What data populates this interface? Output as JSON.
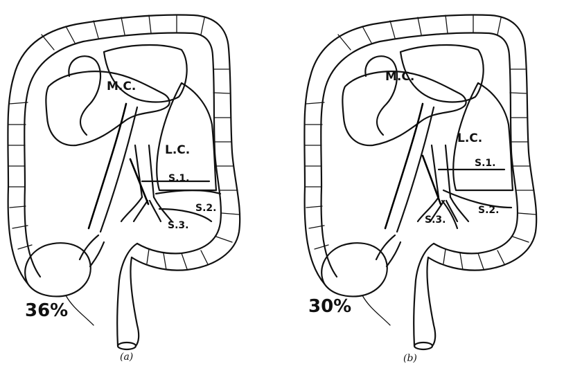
{
  "panels": [
    {
      "caption": "(a)",
      "percent": "36%",
      "labels": {
        "mc": "M.C.",
        "lc": "L.C.",
        "s1": "S.1.",
        "s2": "S.2.",
        "s3": "S.3."
      }
    },
    {
      "caption": "(b)",
      "percent": "30%",
      "labels": {
        "mc": "M.C.",
        "lc": "L.C.",
        "s1": "S.1.",
        "s2": "S.2.",
        "s3": "S.3."
      }
    }
  ]
}
